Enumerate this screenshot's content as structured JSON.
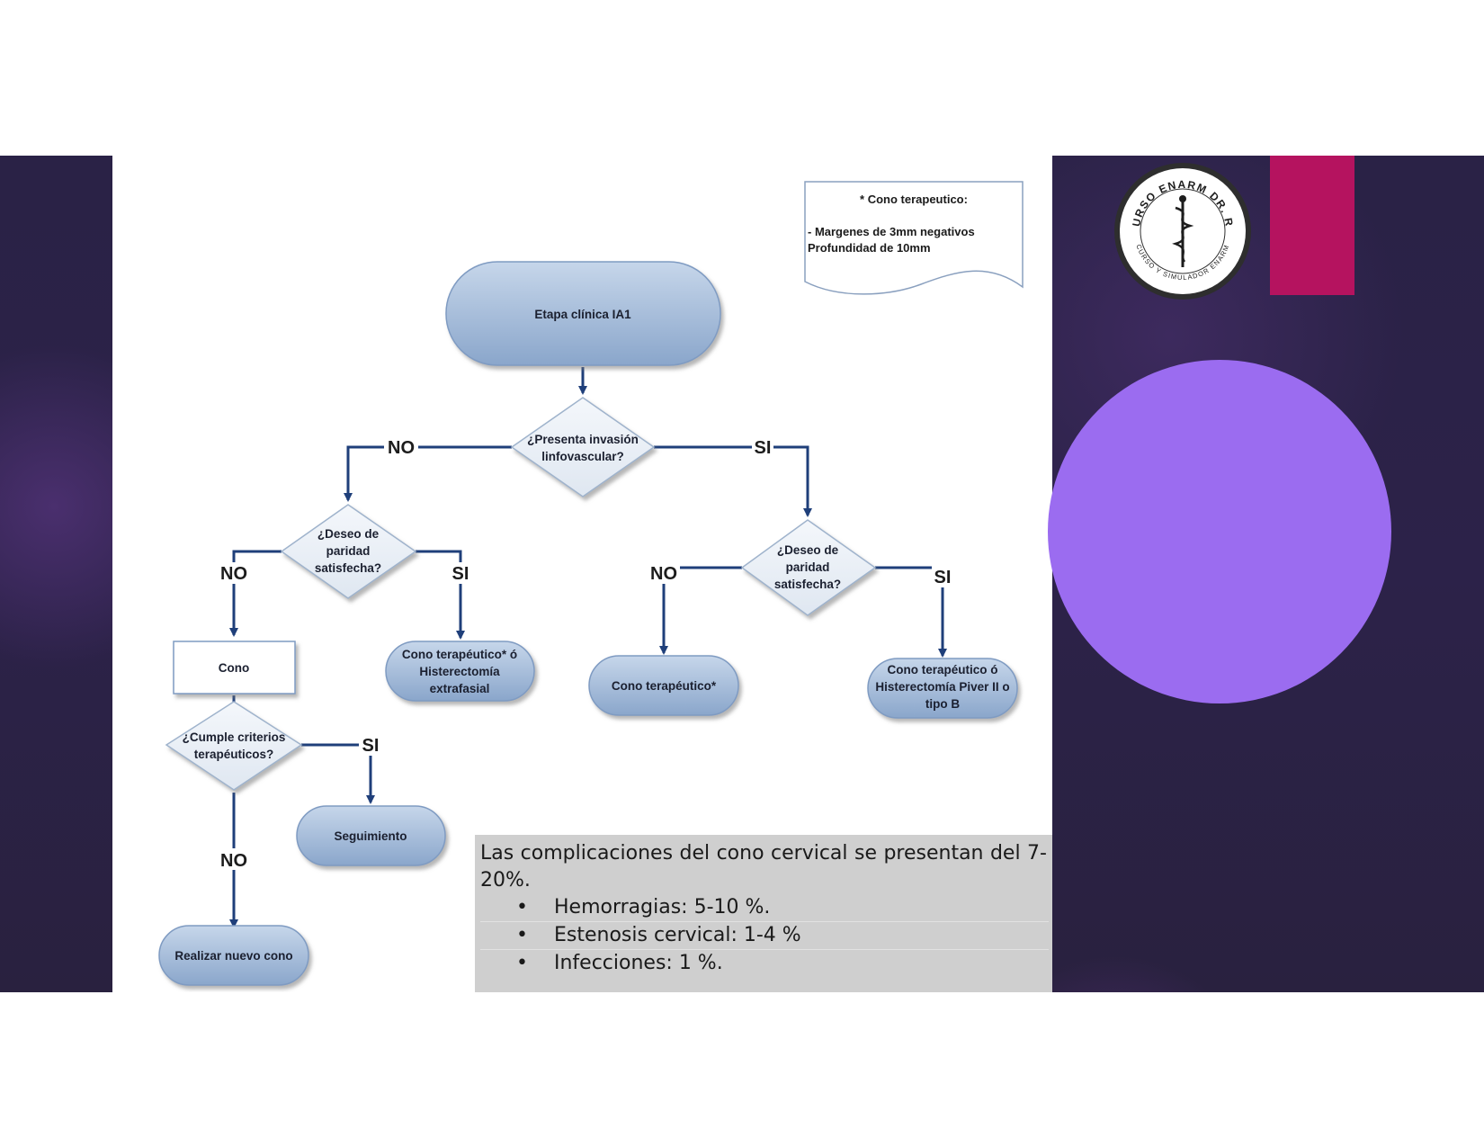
{
  "flowchart": {
    "start": "Etapa clínica IA1",
    "q_invasion": [
      "¿Presenta invasión",
      "linfovascular?"
    ],
    "q_paridad_left": [
      "¿Deseo de",
      "paridad",
      "satisfecha?"
    ],
    "q_paridad_right": [
      "¿Deseo de",
      "paridad",
      "satisfecha?"
    ],
    "cono": "Cono",
    "cono_terapeutico_histerectomia": [
      "Cono terapéutico* ó",
      "Histerectomía",
      "extrafasial"
    ],
    "cono_terapeutico": "Cono terapéutico*",
    "cono_piver": [
      "Cono terapéutico ó",
      "Histerectomía Piver II o",
      "tipo B"
    ],
    "q_criterios": [
      "¿Cumple criterios",
      "terapéuticos?"
    ],
    "seguimiento": "Seguimiento",
    "nuevo_cono": "Realizar nuevo cono",
    "labels": {
      "no": "NO",
      "si": "SI"
    }
  },
  "note": {
    "title": "* Cono terapeutico:",
    "lines": [
      "- Margenes de 3mm  negativos",
      "Profundidad de 10mm"
    ]
  },
  "complications": {
    "intro": "Las complicaciones del cono cervical se presentan del 7-20%.",
    "items": [
      "Hemorragias: 5-10 %.",
      "Estenosis cervical: 1-4 %",
      "Infecciones: 1 %."
    ]
  },
  "logo": {
    "top_text": "CURSO ENARM DR. RE",
    "bottom_text": "CURSO Y SIMULADOR ENARM"
  },
  "colors": {
    "node_fill_top": "#c4d4e8",
    "node_fill_bottom": "#8fa9cc",
    "arrow": "#1f3f7a",
    "accent_purple": "#9b6cf0",
    "accent_magenta": "#b5135f"
  }
}
